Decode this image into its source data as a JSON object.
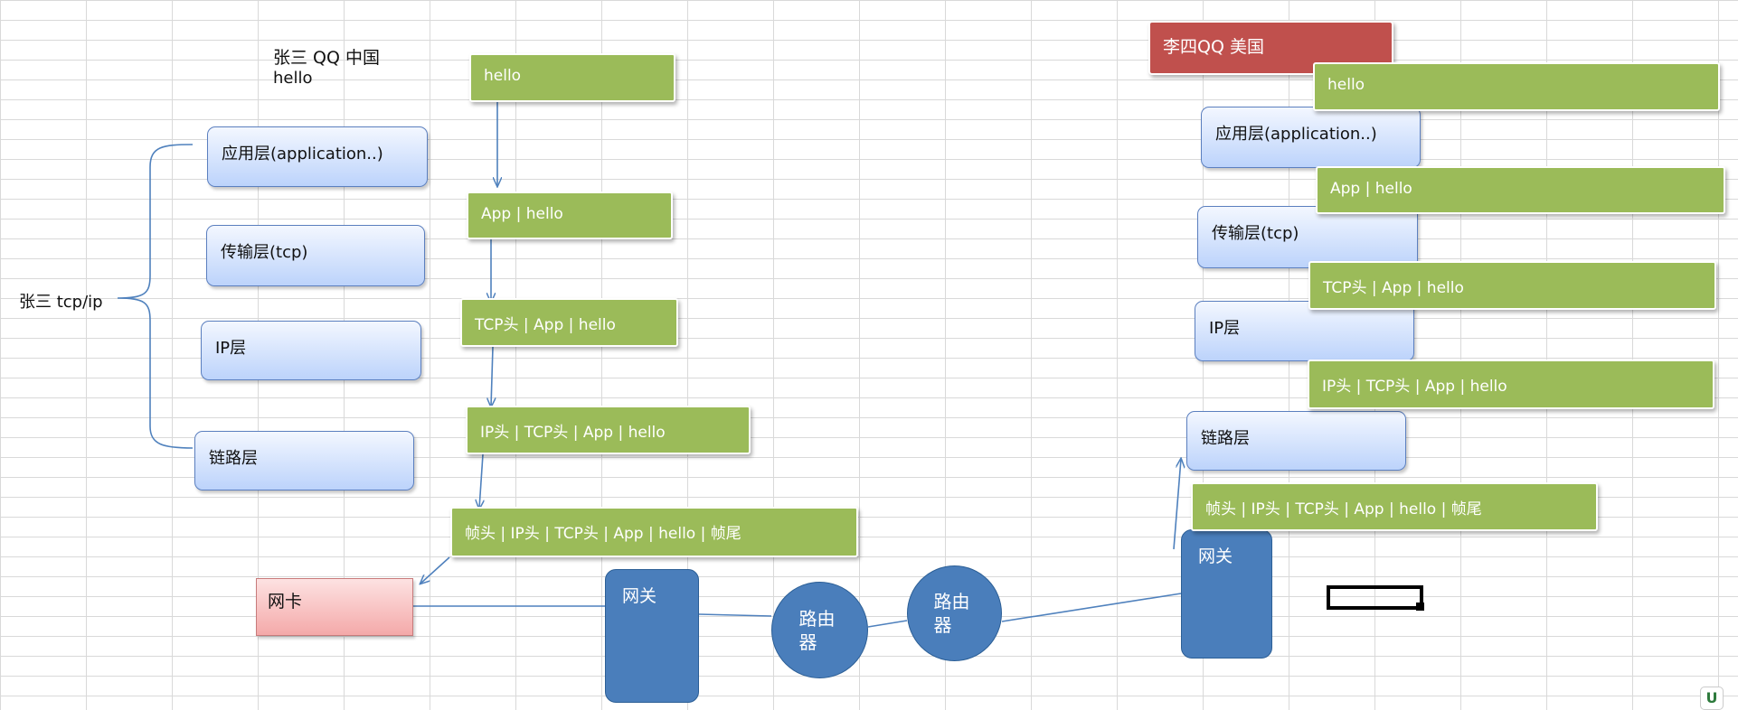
{
  "title_left": {
    "line1": "张三  QQ  中国",
    "line2": "hello"
  },
  "brace_label": "张三 tcp/ip",
  "left_layers": [
    "应用层(application..)",
    "传输层(tcp)",
    "IP层",
    "链路层"
  ],
  "left_packets": [
    "hello",
    "App |   hello",
    "TCP头 | App |   hello",
    "IP头 | TCP头 | App |   hello",
    "帧头 | IP头 | TCP头 | App |   hello | 帧尾"
  ],
  "nic": "网卡",
  "gateway_left": "网关",
  "routers": [
    "路由器",
    "路由器"
  ],
  "gateway_right": "网关",
  "right_title": "李四QQ 美国",
  "right_layers": [
    "应用层(application..)",
    "传输层(tcp)",
    "IP层",
    "链路层"
  ],
  "right_packets": [
    "hello",
    "App |   hello",
    "TCP头 | App |   hello",
    "IP头 | TCP头 | App |   hello",
    "帧头 | IP头 | TCP头 | App |   hello | 帧尾"
  ],
  "colors": {
    "packet": "#9bbb59",
    "network_node": "#4a7ebb",
    "title_box": "#c0504d",
    "arrow": "#4f81bd"
  },
  "icons": [
    "app-logo-icon"
  ]
}
